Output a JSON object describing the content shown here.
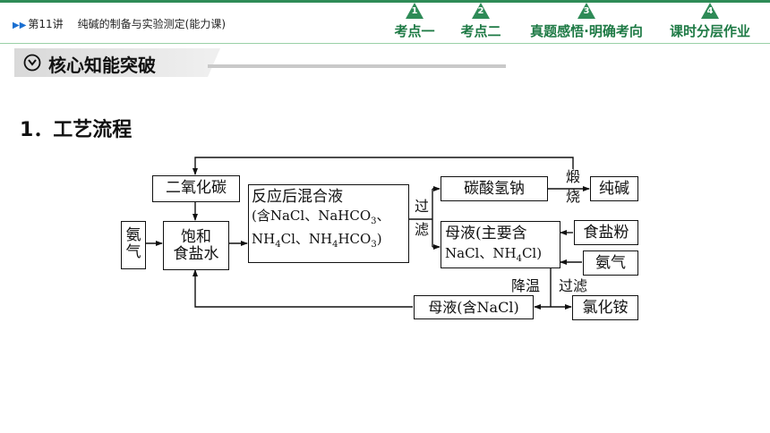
{
  "header": {
    "lesson": "第11讲",
    "lesson_title": "纯碱的制备与实验测定(能力课)",
    "tabs": [
      {
        "number": "1",
        "label": "考点一"
      },
      {
        "number": "2",
        "label": "考点二"
      },
      {
        "number": "3",
        "label": "真题感悟·明确考向"
      },
      {
        "number": "4",
        "label": "课时分层作业"
      }
    ]
  },
  "section": {
    "title": "核心知能突破"
  },
  "heading": "1．工艺流程",
  "diagram": {
    "co2": "二氧化碳",
    "ammonia_in": [
      "氨",
      "气"
    ],
    "brine": [
      "饱和",
      "食盐水"
    ],
    "mixture": [
      "反应后混合液",
      "(含NaCl、NaHCO",
      "3",
      "、",
      "NH",
      "4",
      "Cl、NH",
      "4",
      "HCO",
      "3",
      ")"
    ],
    "filter_1": [
      "过",
      "滤"
    ],
    "nahco3": "碳酸氢钠",
    "calcine": [
      "煅",
      "烧"
    ],
    "soda": "纯碱",
    "mother_liquor": [
      "母液(主要含",
      "NaCl、NH",
      "4",
      "Cl)"
    ],
    "salt_powder": "食盐粉",
    "ammonia": "氨气",
    "cool": "降温",
    "filter_2": "过滤",
    "mother_nacl": "母液(含NaCl)",
    "nh4cl": "氯化铵"
  }
}
